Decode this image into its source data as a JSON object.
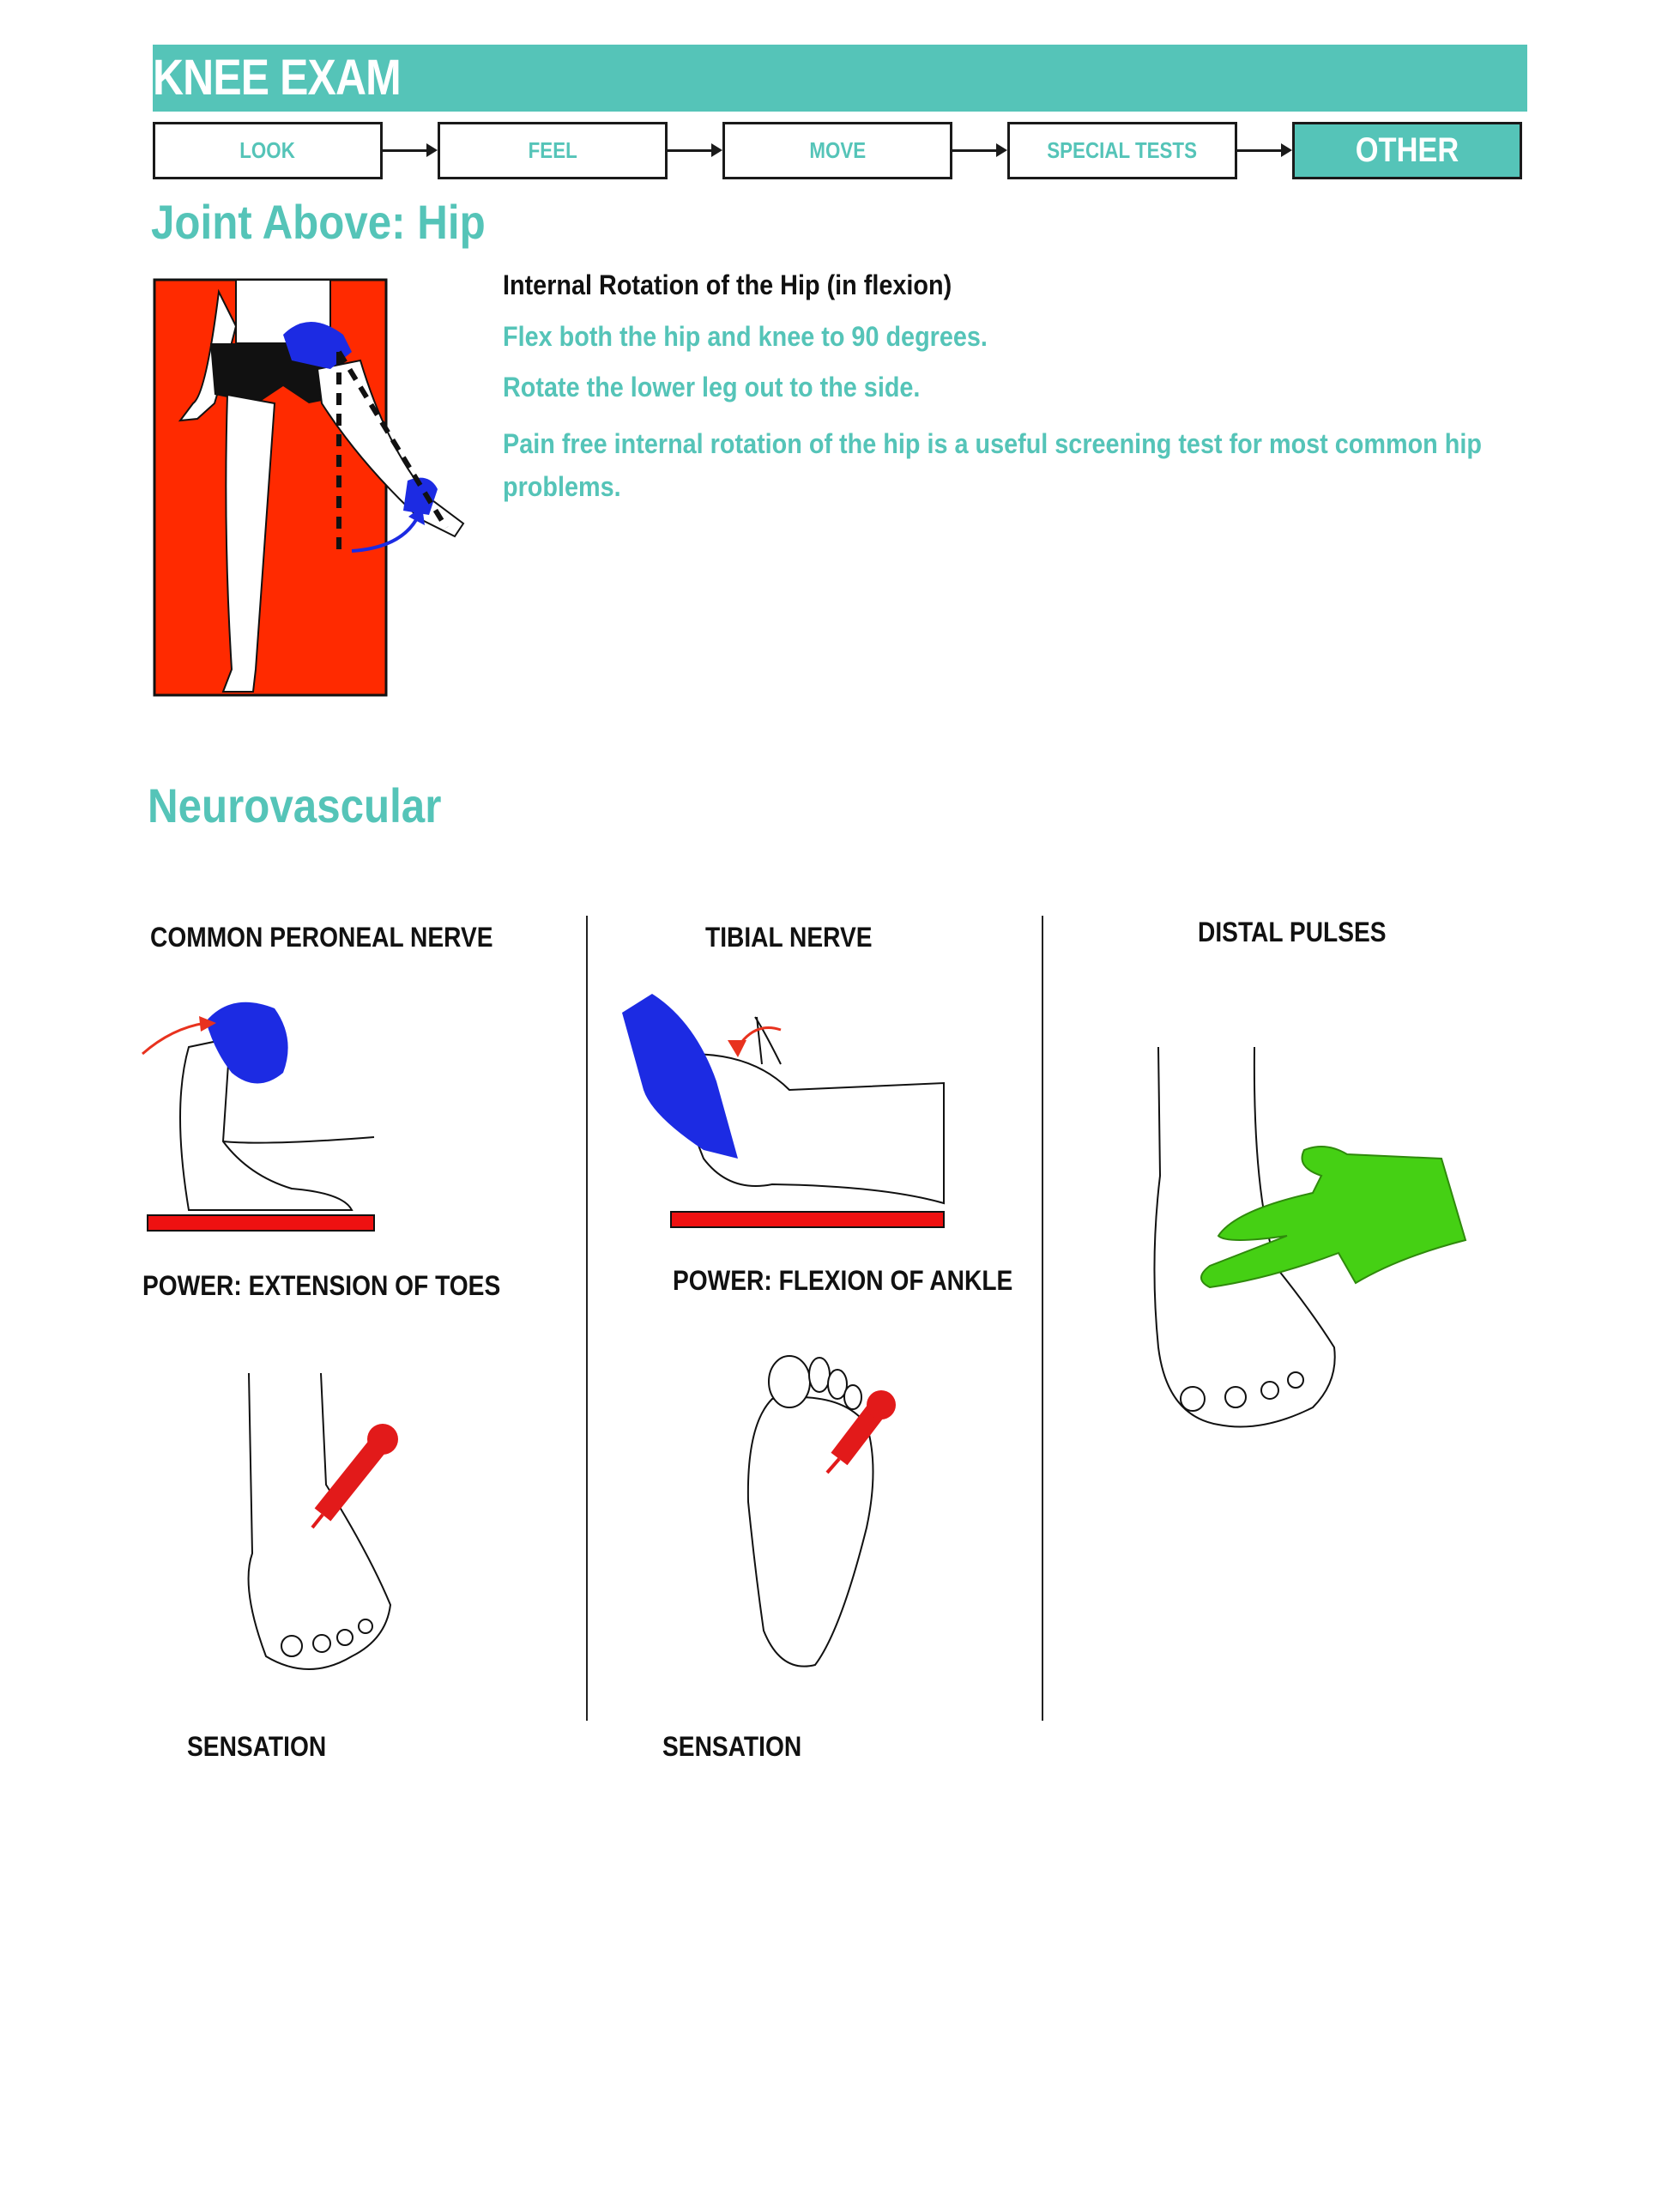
{
  "header": {
    "title": "KNEE EXAM",
    "accent_color": "#55c4b8",
    "steps": [
      {
        "label": "LOOK"
      },
      {
        "label": "FEEL"
      },
      {
        "label": "MOVE"
      },
      {
        "label": "SPECIAL TESTS"
      },
      {
        "label": "OTHER",
        "active": true
      }
    ]
  },
  "joint_above": {
    "title": "Joint Above: Hip",
    "heading": "Internal Rotation of the Hip (in flexion)",
    "steps": [
      "Flex both the hip and knee to 90 degrees.",
      "Rotate the lower leg out to the side.",
      "Pain free internal rotation of the hip is a useful screening test for most common hip problems."
    ]
  },
  "neurovascular": {
    "title": "Neurovascular",
    "columns": [
      {
        "heading": "COMMON PERONEAL NERVE",
        "power": "POWER: EXTENSION OF TOES",
        "sensation": "SENSATION"
      },
      {
        "heading": "TIBIAL NERVE",
        "power": "POWER: FLEXION OF ANKLE",
        "sensation": "SENSATION"
      },
      {
        "heading": "DISTAL PULSES"
      }
    ]
  }
}
